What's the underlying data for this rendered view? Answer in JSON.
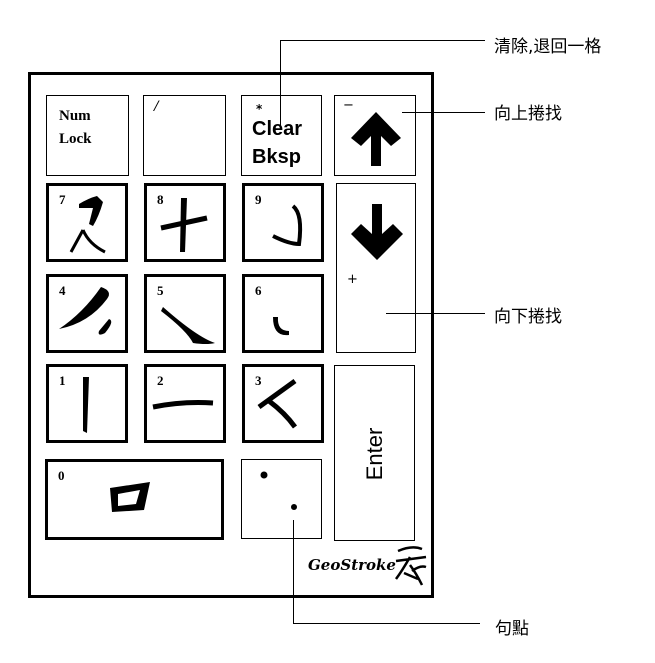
{
  "keypad": {
    "numlock": {
      "line1": "Num",
      "line2": "Lock"
    },
    "slash": {
      "label": "/"
    },
    "clear": {
      "mark": "*",
      "line1": "Clear",
      "line2": "Bksp"
    },
    "up": {
      "mark": "−"
    },
    "down": {
      "mark": "+"
    },
    "enter": {
      "label": "Enter"
    },
    "digits": {
      "k7": "7",
      "k8": "8",
      "k9": "9",
      "k4": "4",
      "k5": "5",
      "k6": "6",
      "k1": "1",
      "k2": "2",
      "k3": "3",
      "k0": "0"
    },
    "logo": "GeoStroke"
  },
  "callouts": {
    "clear": "清除,退回一格",
    "scroll_up": "向上捲找",
    "scroll_down": "向下捲找",
    "period": "句點"
  }
}
